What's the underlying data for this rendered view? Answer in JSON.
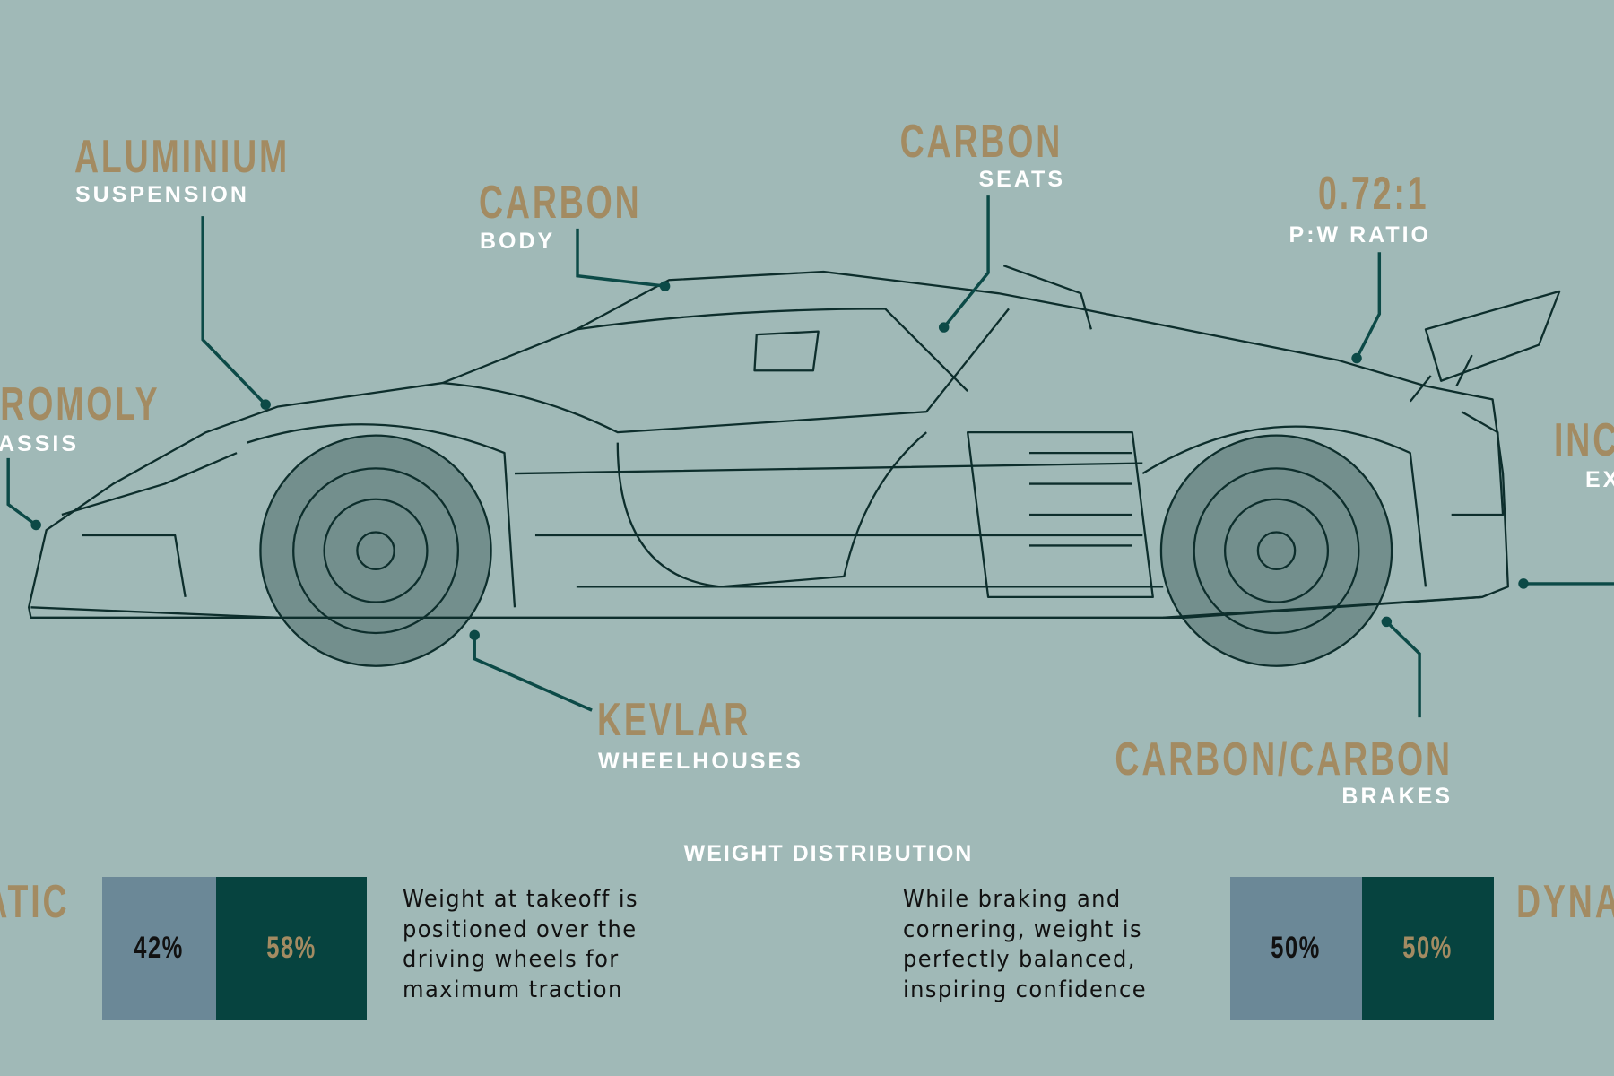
{
  "labels": {
    "suspension": {
      "material": "ALUMINIUM",
      "part": "SUSPENSION"
    },
    "body": {
      "material": "CARBON",
      "part": "BODY"
    },
    "seats": {
      "material": "CARBON",
      "part": "SEATS"
    },
    "ratio": {
      "value": "0.72:1",
      "part": "P:W RATIO"
    },
    "chassis": {
      "material": "ROMOLY",
      "part": "ASSIS"
    },
    "exhaust": {
      "material": "INC",
      "part": "EX"
    },
    "wheelhouses": {
      "material": "KEVLAR",
      "part": "WHEELHOUSES"
    },
    "brakes": {
      "material": "CARBON/CARBON",
      "part": "BRAKES"
    }
  },
  "weight": {
    "title": "WEIGHT DISTRIBUTION",
    "static": {
      "label": "ATIC",
      "front": "42%",
      "rear": "58%",
      "front_value": 42,
      "rear_value": 58,
      "lines": [
        "Weight at takeoff is",
        "positioned over the",
        "driving wheels for",
        "maximum traction"
      ]
    },
    "dynamic": {
      "label": "DYNA",
      "front": "50%",
      "rear": "50%",
      "front_value": 50,
      "rear_value": 50,
      "lines": [
        "While braking and",
        "cornering, weight is",
        "perfectly balanced,",
        "inspiring confidence"
      ]
    }
  },
  "colors": {
    "background": "#a0b9b7",
    "gold": "#a38b62",
    "teal": "#06433f",
    "slate": "#6b8897"
  }
}
